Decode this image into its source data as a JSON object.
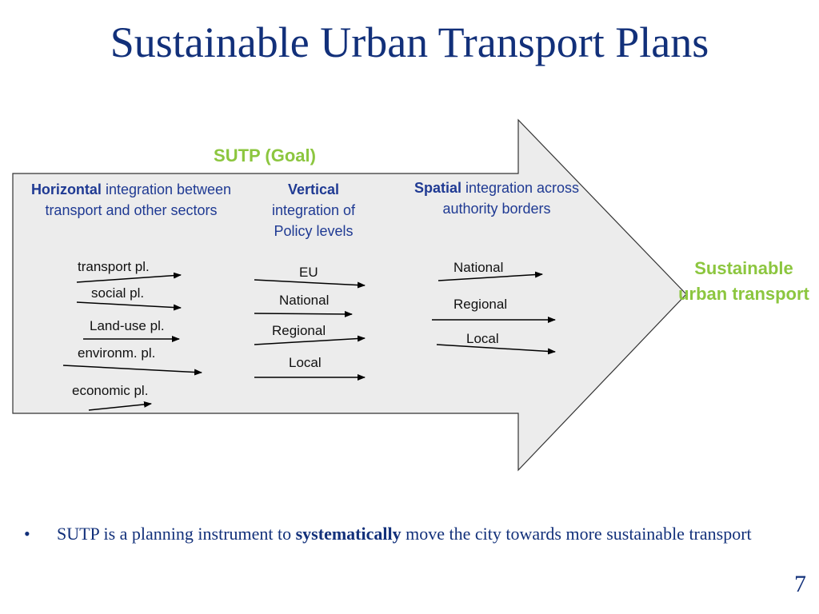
{
  "title": "Sustainable Urban Transport Plans",
  "goal_label": "SUTP (Goal)",
  "columns": {
    "horizontal": {
      "bold": "Horizontal",
      "rest": " integration between transport and other sectors"
    },
    "vertical": {
      "bold": "Vertical",
      "rest": " integration of Policy levels"
    },
    "spatial": {
      "bold": "Spatial",
      "rest": " integration across authority borders"
    }
  },
  "horizontal_items": [
    "transport pl.",
    "social pl.",
    "Land-use pl.",
    "environm. pl.",
    "economic pl."
  ],
  "vertical_items": [
    "EU",
    "National",
    "Regional",
    "Local"
  ],
  "spatial_items": [
    "National",
    "Regional",
    "Local"
  ],
  "outcome": "Sustainable urban transport",
  "bullet": {
    "marker": "•",
    "before": "SUTP is a planning instrument to ",
    "bold": "systematically",
    "after": " move the city towards more sustainable transport"
  },
  "page_number": "7",
  "colors": {
    "title": "#12307a",
    "accent_green": "#8cc63f",
    "heading_blue": "#1f3a93",
    "arrow_fill": "#ececec"
  }
}
